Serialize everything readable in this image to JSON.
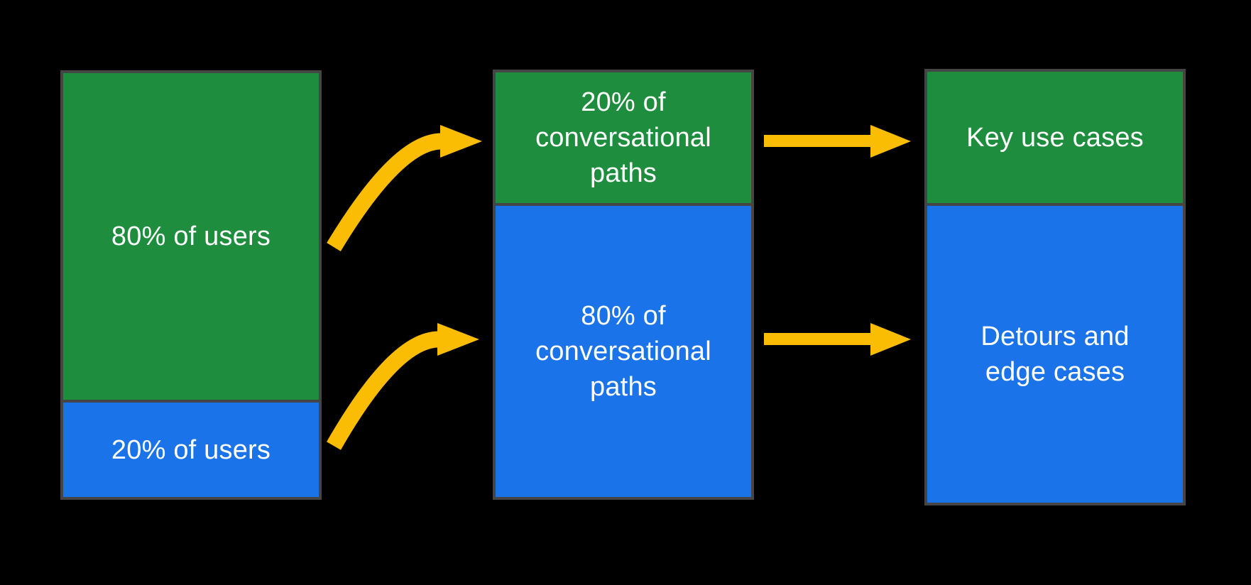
{
  "colors": {
    "background": "#000000",
    "green": "#1E8E3E",
    "blue": "#1A73E8",
    "arrow": "#FBBC04",
    "border": "#454545",
    "text": "#FFFFFF"
  },
  "bars": {
    "users": {
      "top": {
        "label": "80% of users",
        "color": "green"
      },
      "bottom": {
        "label": "20% of users",
        "color": "blue"
      }
    },
    "paths": {
      "top": {
        "label": "20% of\nconversational\npaths",
        "color": "green"
      },
      "bottom": {
        "label": "80% of\nconversational\npaths",
        "color": "blue"
      }
    },
    "outcomes": {
      "top": {
        "label": "Key use cases",
        "color": "green"
      },
      "bottom": {
        "label": "Detours and\nedge cases",
        "color": "blue"
      }
    }
  }
}
